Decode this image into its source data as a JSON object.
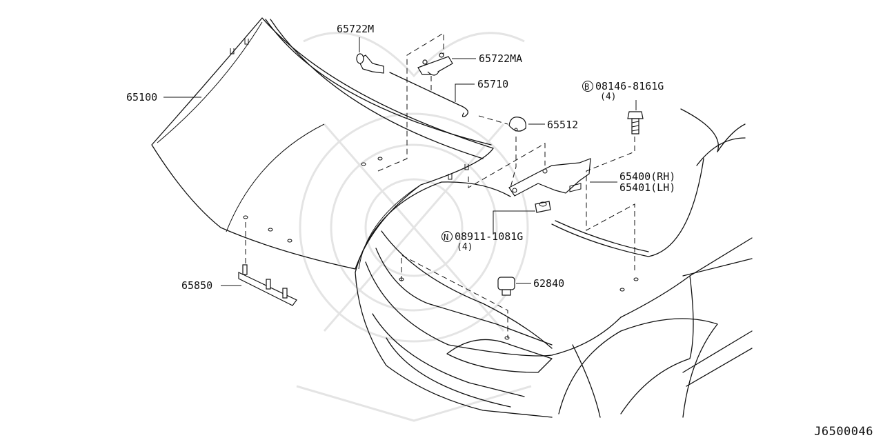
{
  "callouts": [
    {
      "id": "hood",
      "label": "65100"
    },
    {
      "id": "hood-rod-clip",
      "label": "65722M"
    },
    {
      "id": "rod-holder",
      "label": "65722MA"
    },
    {
      "id": "hood-rod",
      "label": "65710"
    },
    {
      "id": "bumper-rubber",
      "label": "65512"
    },
    {
      "id": "bolt",
      "label": "08146-8161G",
      "prefix": "B",
      "qty": "(4)"
    },
    {
      "id": "hinge-rh",
      "label": "65400(RH)"
    },
    {
      "id": "hinge-lh",
      "label": "65401(LH)"
    },
    {
      "id": "nut",
      "label": "08911-1081G",
      "prefix": "N",
      "qty": "(4)"
    },
    {
      "id": "stopper",
      "label": "62840"
    },
    {
      "id": "hood-seal",
      "label": "65850"
    }
  ],
  "diagram_code": "J6500046"
}
